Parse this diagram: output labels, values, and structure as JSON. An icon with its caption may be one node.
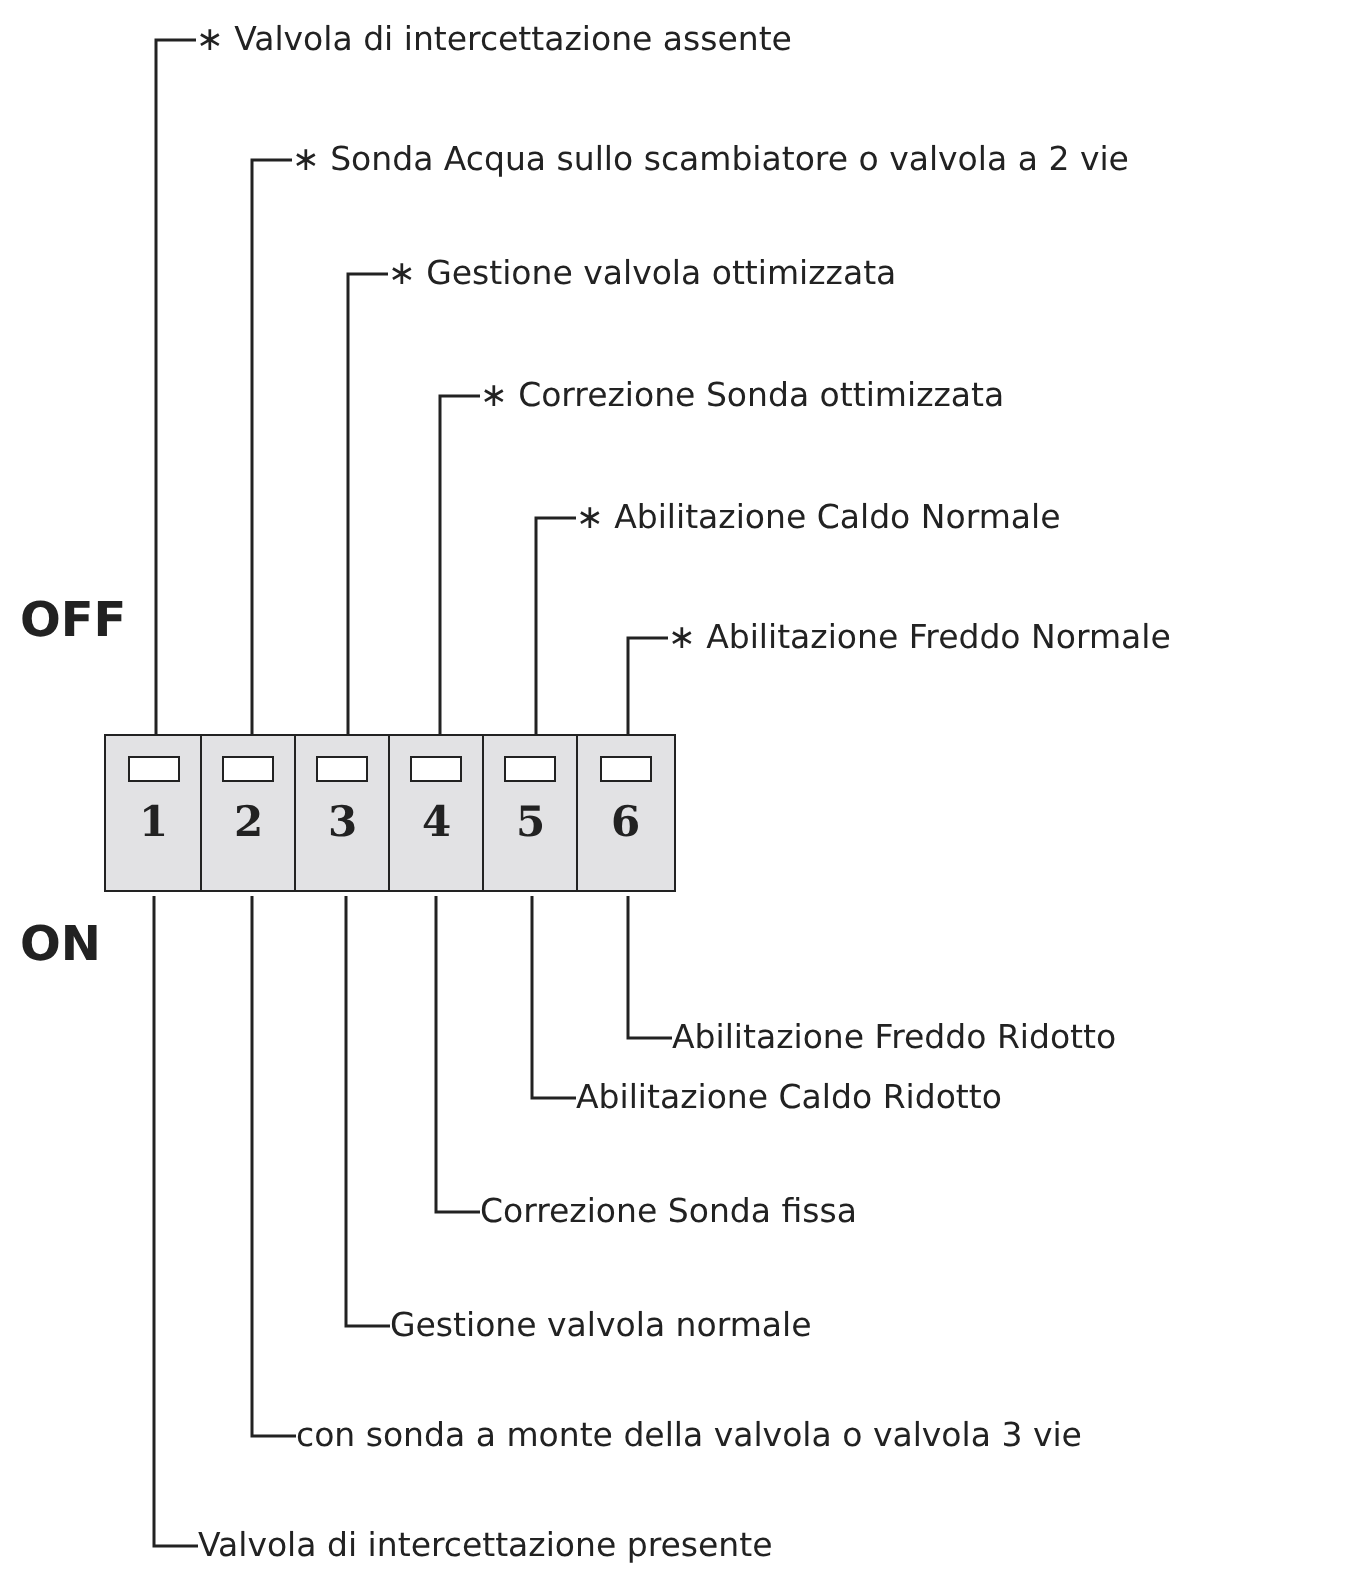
{
  "diagram": {
    "nodes": [
      {
        "text": [
          "1"
        ]
      },
      {
        "text": [
          "2"
        ]
      },
      {
        "text": [
          "3"
        ]
      },
      {
        "text": [
          "4"
        ]
      },
      {
        "text": [
          "5"
        ]
      },
      {
        "text": [
          "6"
        ]
      },
      {
        "text": [
          "∗ Valvola di intercettazione assente"
        ]
      },
      {
        "text": [
          "∗ Sonda Acqua sullo scambiatore o valvola a 2 vie"
        ]
      },
      {
        "text": [
          "∗ Gestione valvola ottimizzata"
        ]
      },
      {
        "text": [
          "∗ Correzione Sonda ottimizzata"
        ]
      },
      {
        "text": [
          "∗ Abilitazione Caldo Normale"
        ]
      },
      {
        "text": [
          "∗ Abilitazione Freddo Normale"
        ]
      },
      {
        "text": [
          "Abilitazione Freddo Ridotto"
        ]
      },
      {
        "text": [
          "Abilitazione Caldo Ridotto"
        ]
      },
      {
        "text": [
          "Correzione Sonda fissa"
        ]
      },
      {
        "text": [
          "Gestione valvola normale"
        ]
      },
      {
        "text": [
          "con sonda a monte della valvola o valvola 3 vie"
        ]
      },
      {
        "text": [
          "Valvola di intercettazione presente"
        ]
      }
    ],
    "edges": [
      {
        "from": 6,
        "to": 0,
        "arrow": "none"
      },
      {
        "from": 7,
        "to": 1,
        "arrow": "none"
      },
      {
        "from": 8,
        "to": 2,
        "arrow": "none"
      },
      {
        "from": 9,
        "to": 3,
        "arrow": "none"
      },
      {
        "from": 10,
        "to": 4,
        "arrow": "none"
      },
      {
        "from": 11,
        "to": 5,
        "arrow": "none"
      },
      {
        "from": 12,
        "to": 5,
        "arrow": "none"
      },
      {
        "from": 13,
        "to": 4,
        "arrow": "none"
      },
      {
        "from": 14,
        "to": 3,
        "arrow": "none"
      },
      {
        "from": 15,
        "to": 2,
        "arrow": "none"
      },
      {
        "from": 16,
        "to": 1,
        "arrow": "none"
      },
      {
        "from": 17,
        "to": 0,
        "arrow": "none"
      }
    ],
    "labels": [
      "OFF",
      "ON"
    ]
  }
}
